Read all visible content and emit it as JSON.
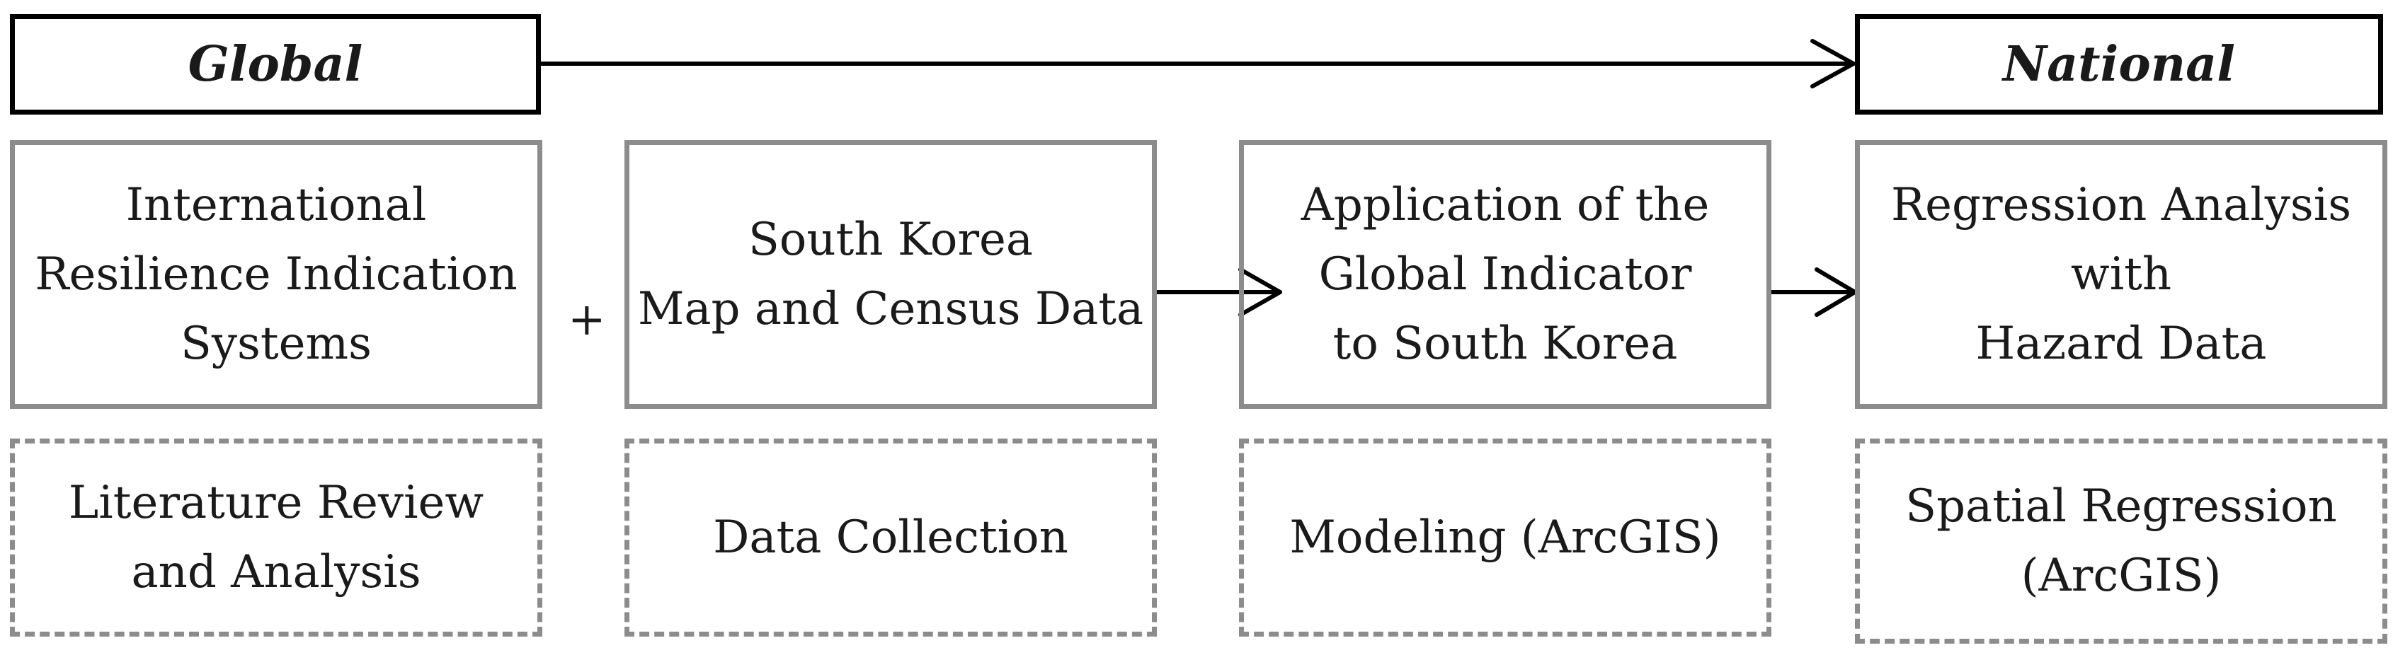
{
  "header": {
    "left": "Global",
    "right": "National"
  },
  "operator": "+",
  "steps": [
    {
      "main": "International\nResilience Indication\nSystems",
      "method": "Literature Review\nand Analysis"
    },
    {
      "main": "South Korea\nMap and Census Data",
      "method": "Data Collection"
    },
    {
      "main": "Application of the\nGlobal Indicator\nto South Korea",
      "method": "Modeling (ArcGIS)"
    },
    {
      "main": "Regression Analysis\nwith\nHazard Data",
      "method": "Spatial Regression\n(ArcGIS)"
    }
  ]
}
